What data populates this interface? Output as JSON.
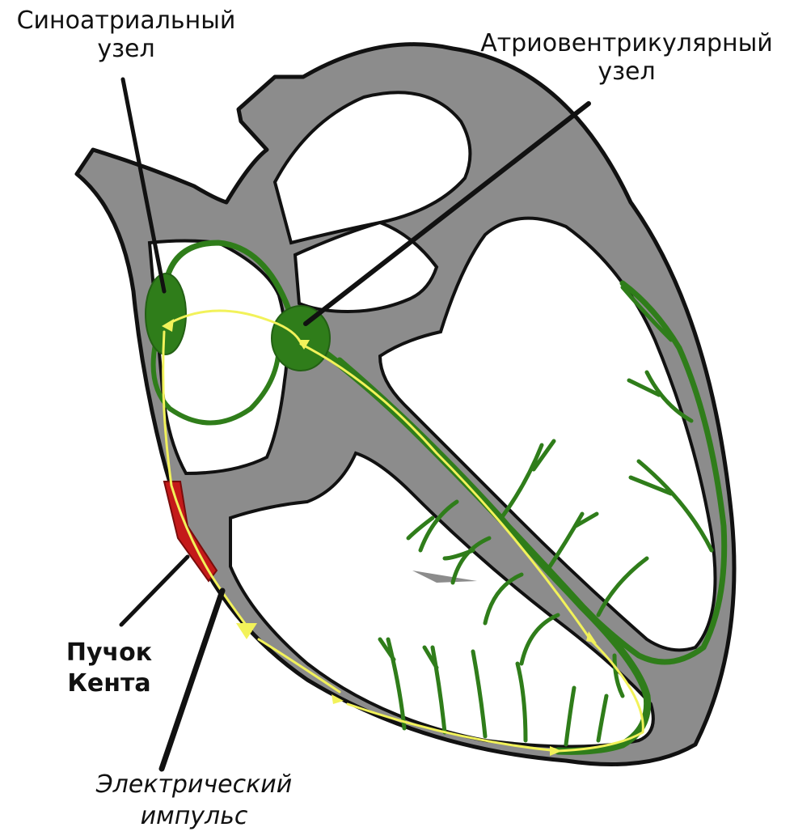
{
  "labels": {
    "sa_node": {
      "line1": "Синоатриальный",
      "line2": "узел"
    },
    "av_node": {
      "line1": "Атриовентрикулярный",
      "line2": "узел"
    },
    "kent_bundle": {
      "line1": "Пучок",
      "line2": "Кента"
    },
    "impulse": {
      "line1": "Электрический",
      "line2": "импульс"
    }
  },
  "colors": {
    "wall": "#8c8c8c",
    "outline": "#111111",
    "conduction": "#2f7d1a",
    "impulse": "#f2f25a",
    "kent": "#c41a1a"
  }
}
